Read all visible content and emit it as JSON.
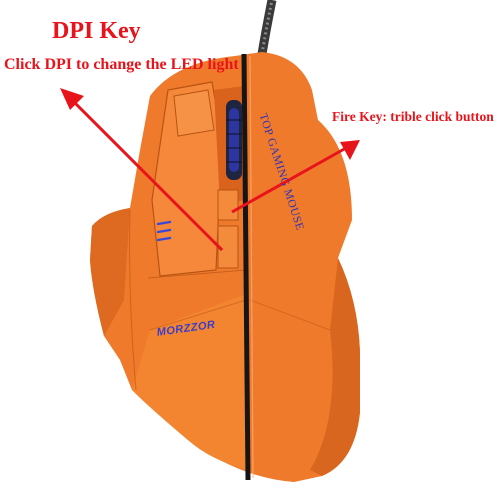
{
  "annotations": {
    "dpi_key_title": "DPI Key",
    "dpi_key_caption": "Click DPI to change the LED light",
    "fire_key_caption": "Fire Key: trible click button"
  },
  "mouse": {
    "brand": "MORZZOR",
    "side_text": "TOP GAMING MOUSE"
  },
  "colors": {
    "annotation_red": "#e8141b",
    "mouse_orange": "#f07a2c",
    "mouse_shadow": "#c95d18",
    "led_blue": "#2f3ab8"
  }
}
